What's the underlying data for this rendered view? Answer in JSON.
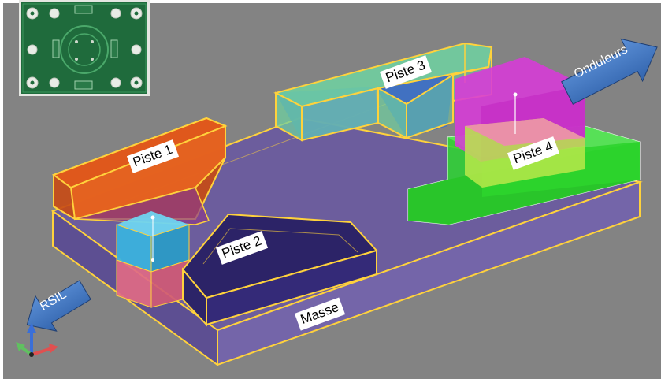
{
  "labels": {
    "piste1": "Piste 1",
    "piste2": "Piste 2",
    "piste3": "Piste 3",
    "piste4": "Piste 4",
    "masse": "Masse"
  },
  "arrows": {
    "onduleurs": "Onduleurs",
    "rsil": "RSIL"
  },
  "colors": {
    "background": "#838383",
    "ground_plane": "#6a5aa0",
    "edge_highlight": "#ffd23c",
    "piste1": "#e0581c",
    "piste2": "#2c2468",
    "piste3": "#6fd0a0",
    "piste3_lower": "#3a6fc8",
    "piste4_base": "#2ed82e",
    "piste4_top": "#d83ad8",
    "component_top": "#3ab4e0",
    "component_bottom": "#e06a86",
    "arrow": "#3f74bf",
    "pcb_green": "#1f6b3c"
  },
  "icons": {
    "axis_triad": "axis-triad-icon",
    "pcb_thumbnail": "pcb-board-image"
  }
}
